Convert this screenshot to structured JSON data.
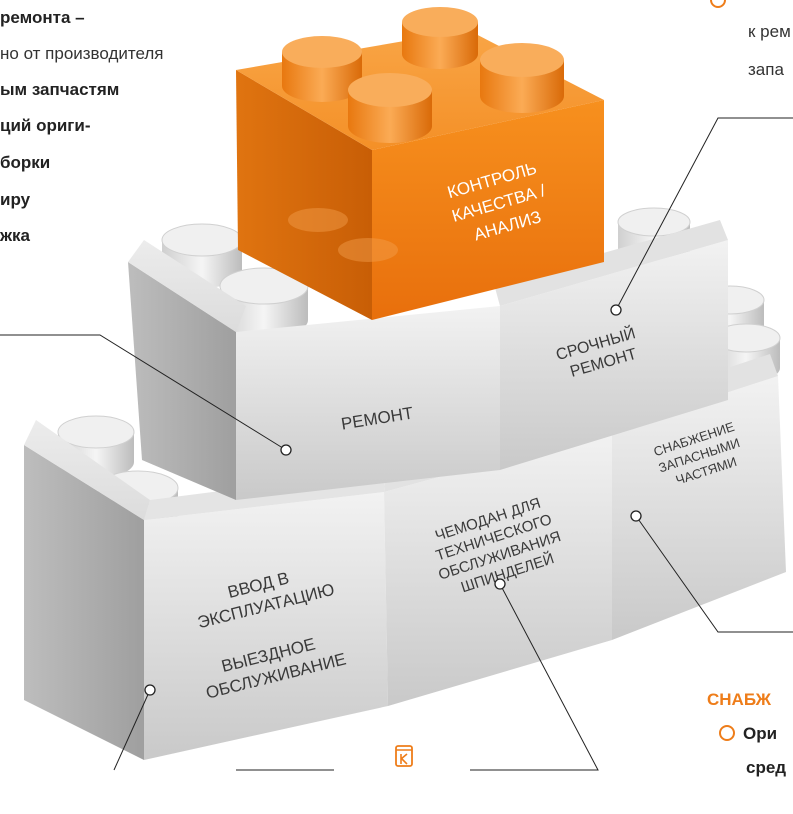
{
  "left_text": {
    "lines": [
      {
        "text": "ремонта –",
        "bold": true
      },
      {
        "text": "но от производителя",
        "bold": false
      },
      {
        "text": "ым запчастям",
        "bold": true
      },
      {
        "text": "ций ориги-",
        "bold": true
      },
      {
        "text": "борки",
        "bold": true
      },
      {
        "text": "иру",
        "bold": true
      },
      {
        "text": "жка",
        "bold": true
      }
    ]
  },
  "right_text": {
    "top_lines": [
      "к рем",
      "запа"
    ],
    "heading": "СНАБЖ",
    "bullets": [
      "Ори",
      "сред"
    ]
  },
  "blocks": {
    "top": [
      "КОНТРОЛЬ",
      "КАЧЕСТВА /",
      "АНАЛИЗ"
    ],
    "repair": [
      "РЕМОНТ"
    ],
    "urgent": [
      "СРОЧНЫЙ",
      "РЕМОНТ"
    ],
    "supply": [
      "СНАБЖЕНИЕ",
      "ЗАПАСНЫМИ",
      "ЧАСТЯМИ"
    ],
    "case": [
      "ЧЕМОДАН ДЛЯ",
      "ТЕХНИЧЕСКОГО",
      "ОБСЛУЖИВАНИЯ",
      "ШПИНДЕЛЕЙ"
    ],
    "commission": [
      "ВВОД В",
      "ЭКСПЛУАТАЦИЮ"
    ],
    "field": [
      "ВЫЕЗДНОЕ",
      "ОБСЛУЖИВАНИЕ"
    ]
  },
  "colors": {
    "accent": "#ee7d1a",
    "gray": "#d9d9d9",
    "text_dark": "#333333"
  },
  "logo": {
    "icon": "k-logo-icon"
  }
}
